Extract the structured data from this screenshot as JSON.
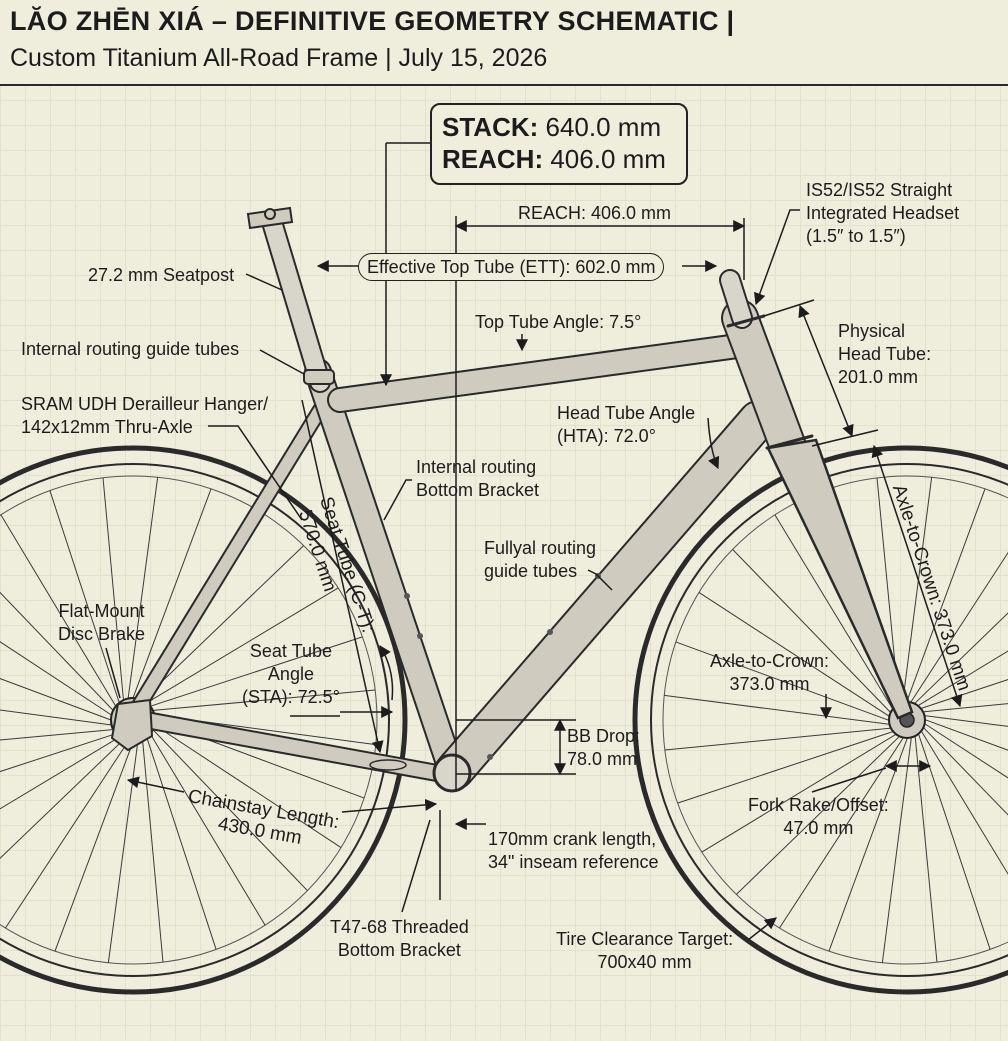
{
  "header": {
    "title": "LĂO ZHĒN XIÁ – DEFINITIVE GEOMETRY SCHEMATIC |",
    "subtitle": "Custom Titanium All-Road Frame | July 15, 2026"
  },
  "stack_reach_box": {
    "stack_label": "STACK:",
    "stack_value": "640.0 mm",
    "reach_label": "REACH:",
    "reach_value": "406.0 mm"
  },
  "annotations": {
    "reach": "REACH: 406.0 mm",
    "ett": "Effective Top Tube (ETT): 602.0 mm",
    "top_tube_angle": "Top Tube Angle: 7.5°",
    "headset": [
      "IS52/IS52 Straight",
      "Integrated Headset",
      "(1.5″ to 1.5″)"
    ],
    "head_tube": [
      "Physical",
      "Head Tube:",
      "201.0 mm"
    ],
    "head_tube_angle": [
      "Head Tube Angle",
      "(HTA): 72.0°"
    ],
    "seatpost": "27.2 mm Seatpost",
    "internal_routing_guide": "Internal routing guide tubes",
    "derailleur_hanger": [
      "SRAM UDH Derailleur Hanger/",
      "142x12mm Thru-Axle"
    ],
    "internal_routing_bb": [
      "Internal routing",
      "Bottom Bracket"
    ],
    "fullyal_routing": [
      "Fullyal routing",
      "guide tubes"
    ],
    "seat_tube_length": [
      "Seat Tube (C-T):",
      "570.0 mm"
    ],
    "axle_to_crown_rotated": "Axle-to-Crown: 373.0 mm",
    "disc_brake": [
      "Flat-Mount",
      "Disc Brake"
    ],
    "seat_tube_angle": [
      "Seat Tube",
      "Angle",
      "(STA): 72.5°"
    ],
    "axle_to_crown": [
      "Axle-to-Crown:",
      "373.0 mm"
    ],
    "bb_drop": [
      "BB Drop:",
      "78.0 mm"
    ],
    "chainstay": [
      "Chainstay Length:",
      "430.0 mm"
    ],
    "crank": [
      "170mm crank length,",
      "34\" inseam reference"
    ],
    "fork_rake": [
      "Fork Rake/Offset:",
      "47.0 mm"
    ],
    "bottom_bracket": [
      "T47-68 Threaded",
      "Bottom Bracket"
    ],
    "tire_clearance": [
      "Tire Clearance Target:",
      "700x40 mm"
    ]
  },
  "colors": {
    "background": "#efeedd",
    "ink": "#1c1c1c",
    "titanium": "#cfcbbf",
    "titanium_shadow": "#8f8b80"
  }
}
